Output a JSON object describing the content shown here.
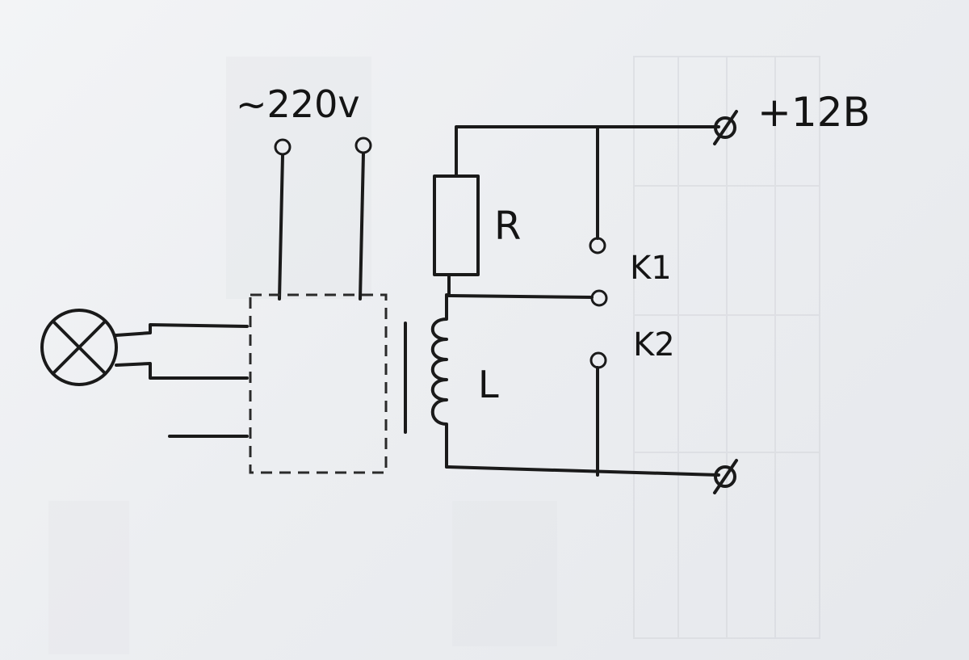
{
  "labels": {
    "ac_supply": "~220v",
    "dc_supply": "+12B",
    "resistor": "R",
    "coil": "L",
    "contact_1": "K1",
    "contact_2": "K2"
  },
  "colors": {
    "paper": "#eceef1",
    "ink": "#1a1a1a",
    "faded_print": "#c9cdd3"
  },
  "icons": {
    "lamp": "lamp-icon",
    "terminal": "terminal-icon",
    "ground_terminal": "terminal-crossed-icon"
  }
}
